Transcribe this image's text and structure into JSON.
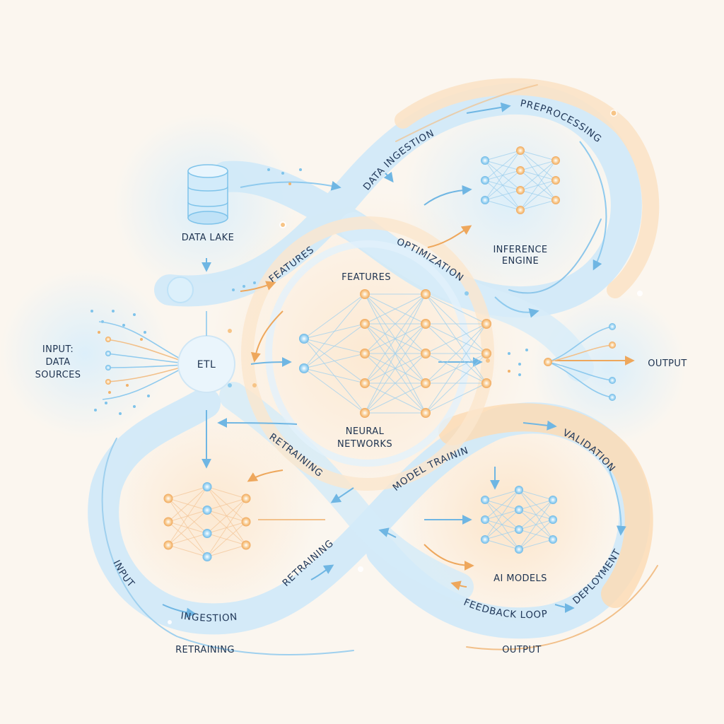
{
  "labels": {
    "data_lake": "DATA LAKE",
    "etl": "ETL",
    "input_line1": "INPUT:",
    "input_line2": "DATA",
    "input_line3": "SOURCES",
    "features_center": "FEATURES",
    "inference_line1": "INFERENCE",
    "inference_line2": "ENGINE",
    "neural_line1": "NEURAL",
    "neural_line2": "NETWORKS",
    "ai_models": "AI MODELS",
    "output_right": "OUTPUT",
    "output_bottom": "OUTPUT",
    "retraining_bottom": "RETRAINING"
  },
  "band_labels": {
    "data_ingestion": "DATA INGESTION",
    "preprocessing": "PREPROCESSING",
    "features_band": "FEATURES",
    "optimization": "OPTIMIZATION",
    "retraining_upper": "RETRAINING",
    "model_training": "MODEL TRAINING",
    "validation": "VALIDATION",
    "retraining_lower": "RETRAINING",
    "deployment": "DEPLOYMENT",
    "feedback_loop": "FEEDBACK LOOP",
    "input_band": "INPUT",
    "ingestion": "INGESTION"
  },
  "colors": {
    "blue": "#7ec3ea",
    "blue_light": "#cfe9f8",
    "orange": "#f2b26a",
    "orange_light": "#fbe2c4",
    "text": "#1e3350",
    "background": "#fbf6ef"
  },
  "icons": {
    "database": "database-icon",
    "neural_net": "neural-network-icon"
  }
}
